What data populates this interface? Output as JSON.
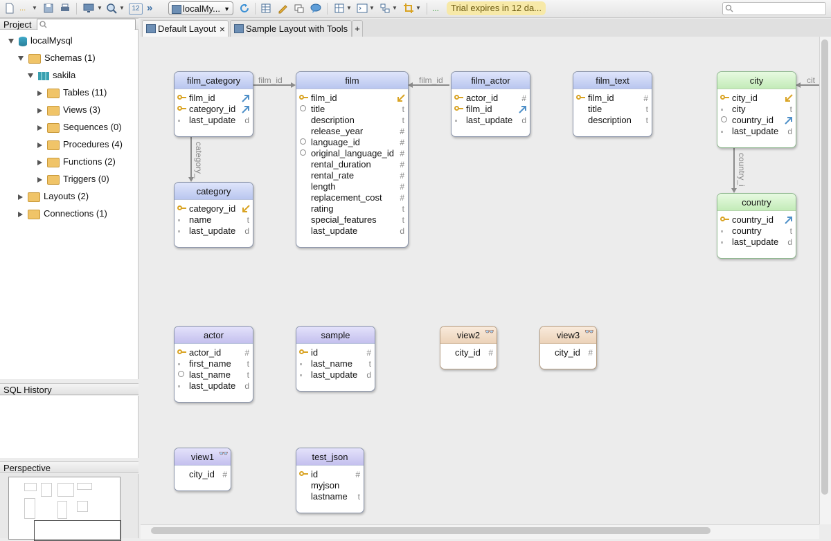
{
  "toolbar": {
    "connection": "localMy...",
    "zoom_value": "12",
    "trial": "Trial expires in 12 da..."
  },
  "project": {
    "header": "Project",
    "tree": [
      {
        "label": "localMysql",
        "level": 0,
        "icon": "database-icon",
        "expanded": true
      },
      {
        "label": "Schemas (1)",
        "level": 1,
        "icon": "folder-icon",
        "expanded": true
      },
      {
        "label": "sakila",
        "level": 2,
        "icon": "schema-icon",
        "expanded": true
      },
      {
        "label": "Tables (11)",
        "level": 3,
        "icon": "folder-icon",
        "expanded": false
      },
      {
        "label": "Views (3)",
        "level": 3,
        "icon": "folder-icon",
        "expanded": false
      },
      {
        "label": "Sequences (0)",
        "level": 3,
        "icon": "folder-icon",
        "expanded": false
      },
      {
        "label": "Procedures (4)",
        "level": 3,
        "icon": "folder-icon",
        "expanded": false
      },
      {
        "label": "Functions (2)",
        "level": 3,
        "icon": "folder-icon",
        "expanded": false
      },
      {
        "label": "Triggers (0)",
        "level": 3,
        "icon": "folder-icon",
        "expanded": false
      },
      {
        "label": "Layouts (2)",
        "level": 1,
        "icon": "folder-icon",
        "expanded": false
      },
      {
        "label": "Connections (1)",
        "level": 1,
        "icon": "folder-icon",
        "expanded": false
      }
    ]
  },
  "sql_history": {
    "header": "SQL History"
  },
  "perspective": {
    "header": "Perspective"
  },
  "tabs": [
    {
      "label": "Default Layout",
      "active": true
    },
    {
      "label": "Sample Layout with Tools",
      "active": false
    }
  ],
  "tab_add": "+",
  "tab_close": "×",
  "entities": [
    {
      "name": "film_category",
      "style": "blue",
      "columns": [
        {
          "name": "film_id",
          "icon": "key",
          "type": "",
          "fk": true
        },
        {
          "name": "category_id",
          "icon": "key",
          "type": "",
          "fk": true
        },
        {
          "name": "last_update",
          "icon": "dot",
          "type": "d",
          "fk": false
        }
      ]
    },
    {
      "name": "film",
      "style": "blue",
      "columns": [
        {
          "name": "film_id",
          "icon": "key",
          "type": "",
          "fk": true
        },
        {
          "name": "title",
          "icon": "idx",
          "type": "t",
          "fk": false
        },
        {
          "name": "description",
          "icon": "",
          "type": "t",
          "fk": false
        },
        {
          "name": "release_year",
          "icon": "",
          "type": "#",
          "fk": false
        },
        {
          "name": "language_id",
          "icon": "idx",
          "type": "#",
          "fk": false
        },
        {
          "name": "original_language_id",
          "icon": "idx",
          "type": "#",
          "fk": false
        },
        {
          "name": "rental_duration",
          "icon": "",
          "type": "#",
          "fk": false
        },
        {
          "name": "rental_rate",
          "icon": "",
          "type": "#",
          "fk": false
        },
        {
          "name": "length",
          "icon": "",
          "type": "#",
          "fk": false
        },
        {
          "name": "replacement_cost",
          "icon": "",
          "type": "#",
          "fk": false
        },
        {
          "name": "rating",
          "icon": "",
          "type": "t",
          "fk": false
        },
        {
          "name": "special_features",
          "icon": "",
          "type": "t",
          "fk": false
        },
        {
          "name": "last_update",
          "icon": "",
          "type": "d",
          "fk": false
        }
      ]
    },
    {
      "name": "film_actor",
      "style": "blue",
      "columns": [
        {
          "name": "actor_id",
          "icon": "key",
          "type": "#",
          "fk": false
        },
        {
          "name": "film_id",
          "icon": "key",
          "type": "",
          "fk": true
        },
        {
          "name": "last_update",
          "icon": "dot",
          "type": "d",
          "fk": false
        }
      ]
    },
    {
      "name": "film_text",
      "style": "blue",
      "columns": [
        {
          "name": "film_id",
          "icon": "key",
          "type": "#",
          "fk": false
        },
        {
          "name": "title",
          "icon": "",
          "type": "t",
          "fk": false
        },
        {
          "name": "description",
          "icon": "",
          "type": "t",
          "fk": false
        }
      ]
    },
    {
      "name": "city",
      "style": "green",
      "columns": [
        {
          "name": "city_id",
          "icon": "key",
          "type": "",
          "fk": true
        },
        {
          "name": "city",
          "icon": "dot",
          "type": "t",
          "fk": false
        },
        {
          "name": "country_id",
          "icon": "idx",
          "type": "",
          "fk": true
        },
        {
          "name": "last_update",
          "icon": "dot",
          "type": "d",
          "fk": false
        }
      ]
    },
    {
      "name": "category",
      "style": "blue",
      "columns": [
        {
          "name": "category_id",
          "icon": "key",
          "type": "",
          "fk": true
        },
        {
          "name": "name",
          "icon": "dot",
          "type": "t",
          "fk": false
        },
        {
          "name": "last_update",
          "icon": "dot",
          "type": "d",
          "fk": false
        }
      ]
    },
    {
      "name": "country",
      "style": "green",
      "columns": [
        {
          "name": "country_id",
          "icon": "key",
          "type": "",
          "fk": true
        },
        {
          "name": "country",
          "icon": "dot",
          "type": "t",
          "fk": false
        },
        {
          "name": "last_update",
          "icon": "dot",
          "type": "d",
          "fk": false
        }
      ]
    },
    {
      "name": "actor",
      "style": "purple",
      "columns": [
        {
          "name": "actor_id",
          "icon": "key",
          "type": "#",
          "fk": false
        },
        {
          "name": "first_name",
          "icon": "dot",
          "type": "t",
          "fk": false
        },
        {
          "name": "last_name",
          "icon": "idx",
          "type": "t",
          "fk": false
        },
        {
          "name": "last_update",
          "icon": "dot",
          "type": "d",
          "fk": false
        }
      ]
    },
    {
      "name": "sample",
      "style": "purple",
      "columns": [
        {
          "name": "id",
          "icon": "key",
          "type": "#",
          "fk": false
        },
        {
          "name": "last_name",
          "icon": "dot",
          "type": "t",
          "fk": false
        },
        {
          "name": "last_update",
          "icon": "dot",
          "type": "d",
          "fk": false
        }
      ]
    },
    {
      "name": "view2",
      "style": "view",
      "columns": [
        {
          "name": "city_id",
          "icon": "",
          "type": "#",
          "fk": false
        }
      ]
    },
    {
      "name": "view3",
      "style": "view",
      "columns": [
        {
          "name": "city_id",
          "icon": "",
          "type": "#",
          "fk": false
        }
      ]
    },
    {
      "name": "view1",
      "style": "viewblue",
      "columns": [
        {
          "name": "city_id",
          "icon": "",
          "type": "#",
          "fk": false
        }
      ]
    },
    {
      "name": "test_json",
      "style": "purple",
      "columns": [
        {
          "name": "id",
          "icon": "key",
          "type": "#",
          "fk": false
        },
        {
          "name": "myjson",
          "icon": "",
          "type": "",
          "fk": false
        },
        {
          "name": "lastname",
          "icon": "",
          "type": "t",
          "fk": false
        }
      ]
    }
  ],
  "relations": [
    {
      "label": "film_id"
    },
    {
      "label": "film_id"
    },
    {
      "label": "category_"
    },
    {
      "label": "country_i"
    },
    {
      "label": "cit"
    }
  ],
  "colors": {
    "accent": "#3a6ea5",
    "trial_bg": "#f7e9a8",
    "relation_line": "#8a8a8a",
    "fk_arrow": "#4e8fc8",
    "pk_arrow": "#d9a323"
  }
}
